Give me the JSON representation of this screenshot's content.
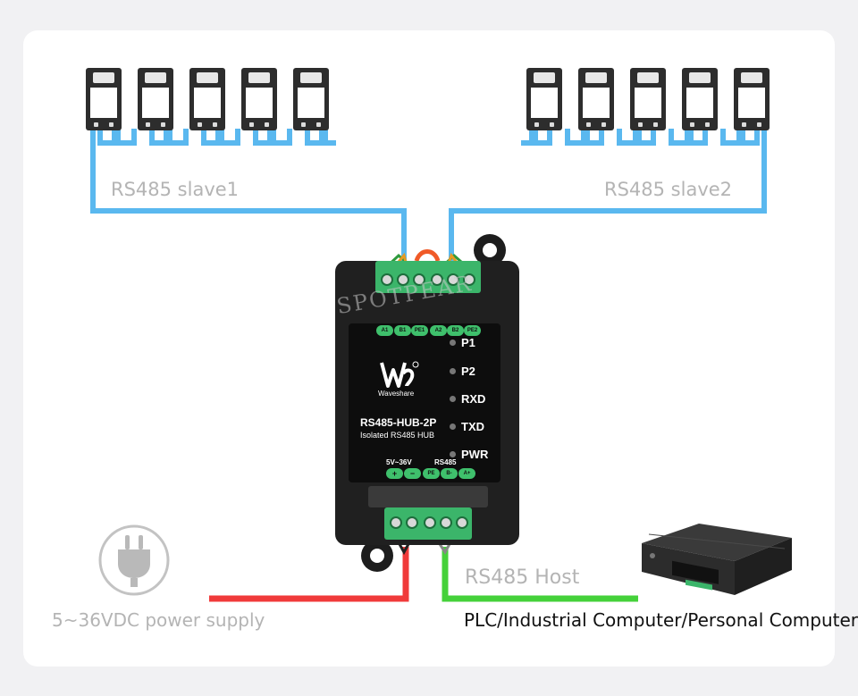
{
  "labels": {
    "slave1": "RS485 slave1",
    "slave2": "RS485 slave2",
    "host": "RS485 Host",
    "power": "5~36VDC power supply",
    "computer": "PLC/Industrial Computer/Personal Computer"
  },
  "watermark": "SPOTPEAR",
  "hub": {
    "brand": "Waveshare",
    "model": "RS485-HUB-2P",
    "subtitle": "Isolated RS485 HUB",
    "top_terminals": [
      "A1",
      "B1",
      "PE1",
      "A2",
      "B2",
      "PE2"
    ],
    "leds": [
      "P1",
      "P2",
      "RXD",
      "TXD",
      "PWR"
    ],
    "bottom_group_power": "5V~36V",
    "bottom_group_rs485": "RS485",
    "bottom_terminals": [
      "+",
      "−",
      "PE",
      "B-",
      "A+"
    ]
  },
  "colors": {
    "rs485_bus": "#5ab8ef",
    "power_wire": "#f03a3a",
    "host_wire": "#45d13a",
    "terminal_green": "#3bb56a",
    "device_body": "#2d2d2d"
  },
  "icons": {
    "power": "power-plug-icon",
    "computer": "industrial-computer-icon",
    "logo": "waveshare-logo-icon"
  }
}
